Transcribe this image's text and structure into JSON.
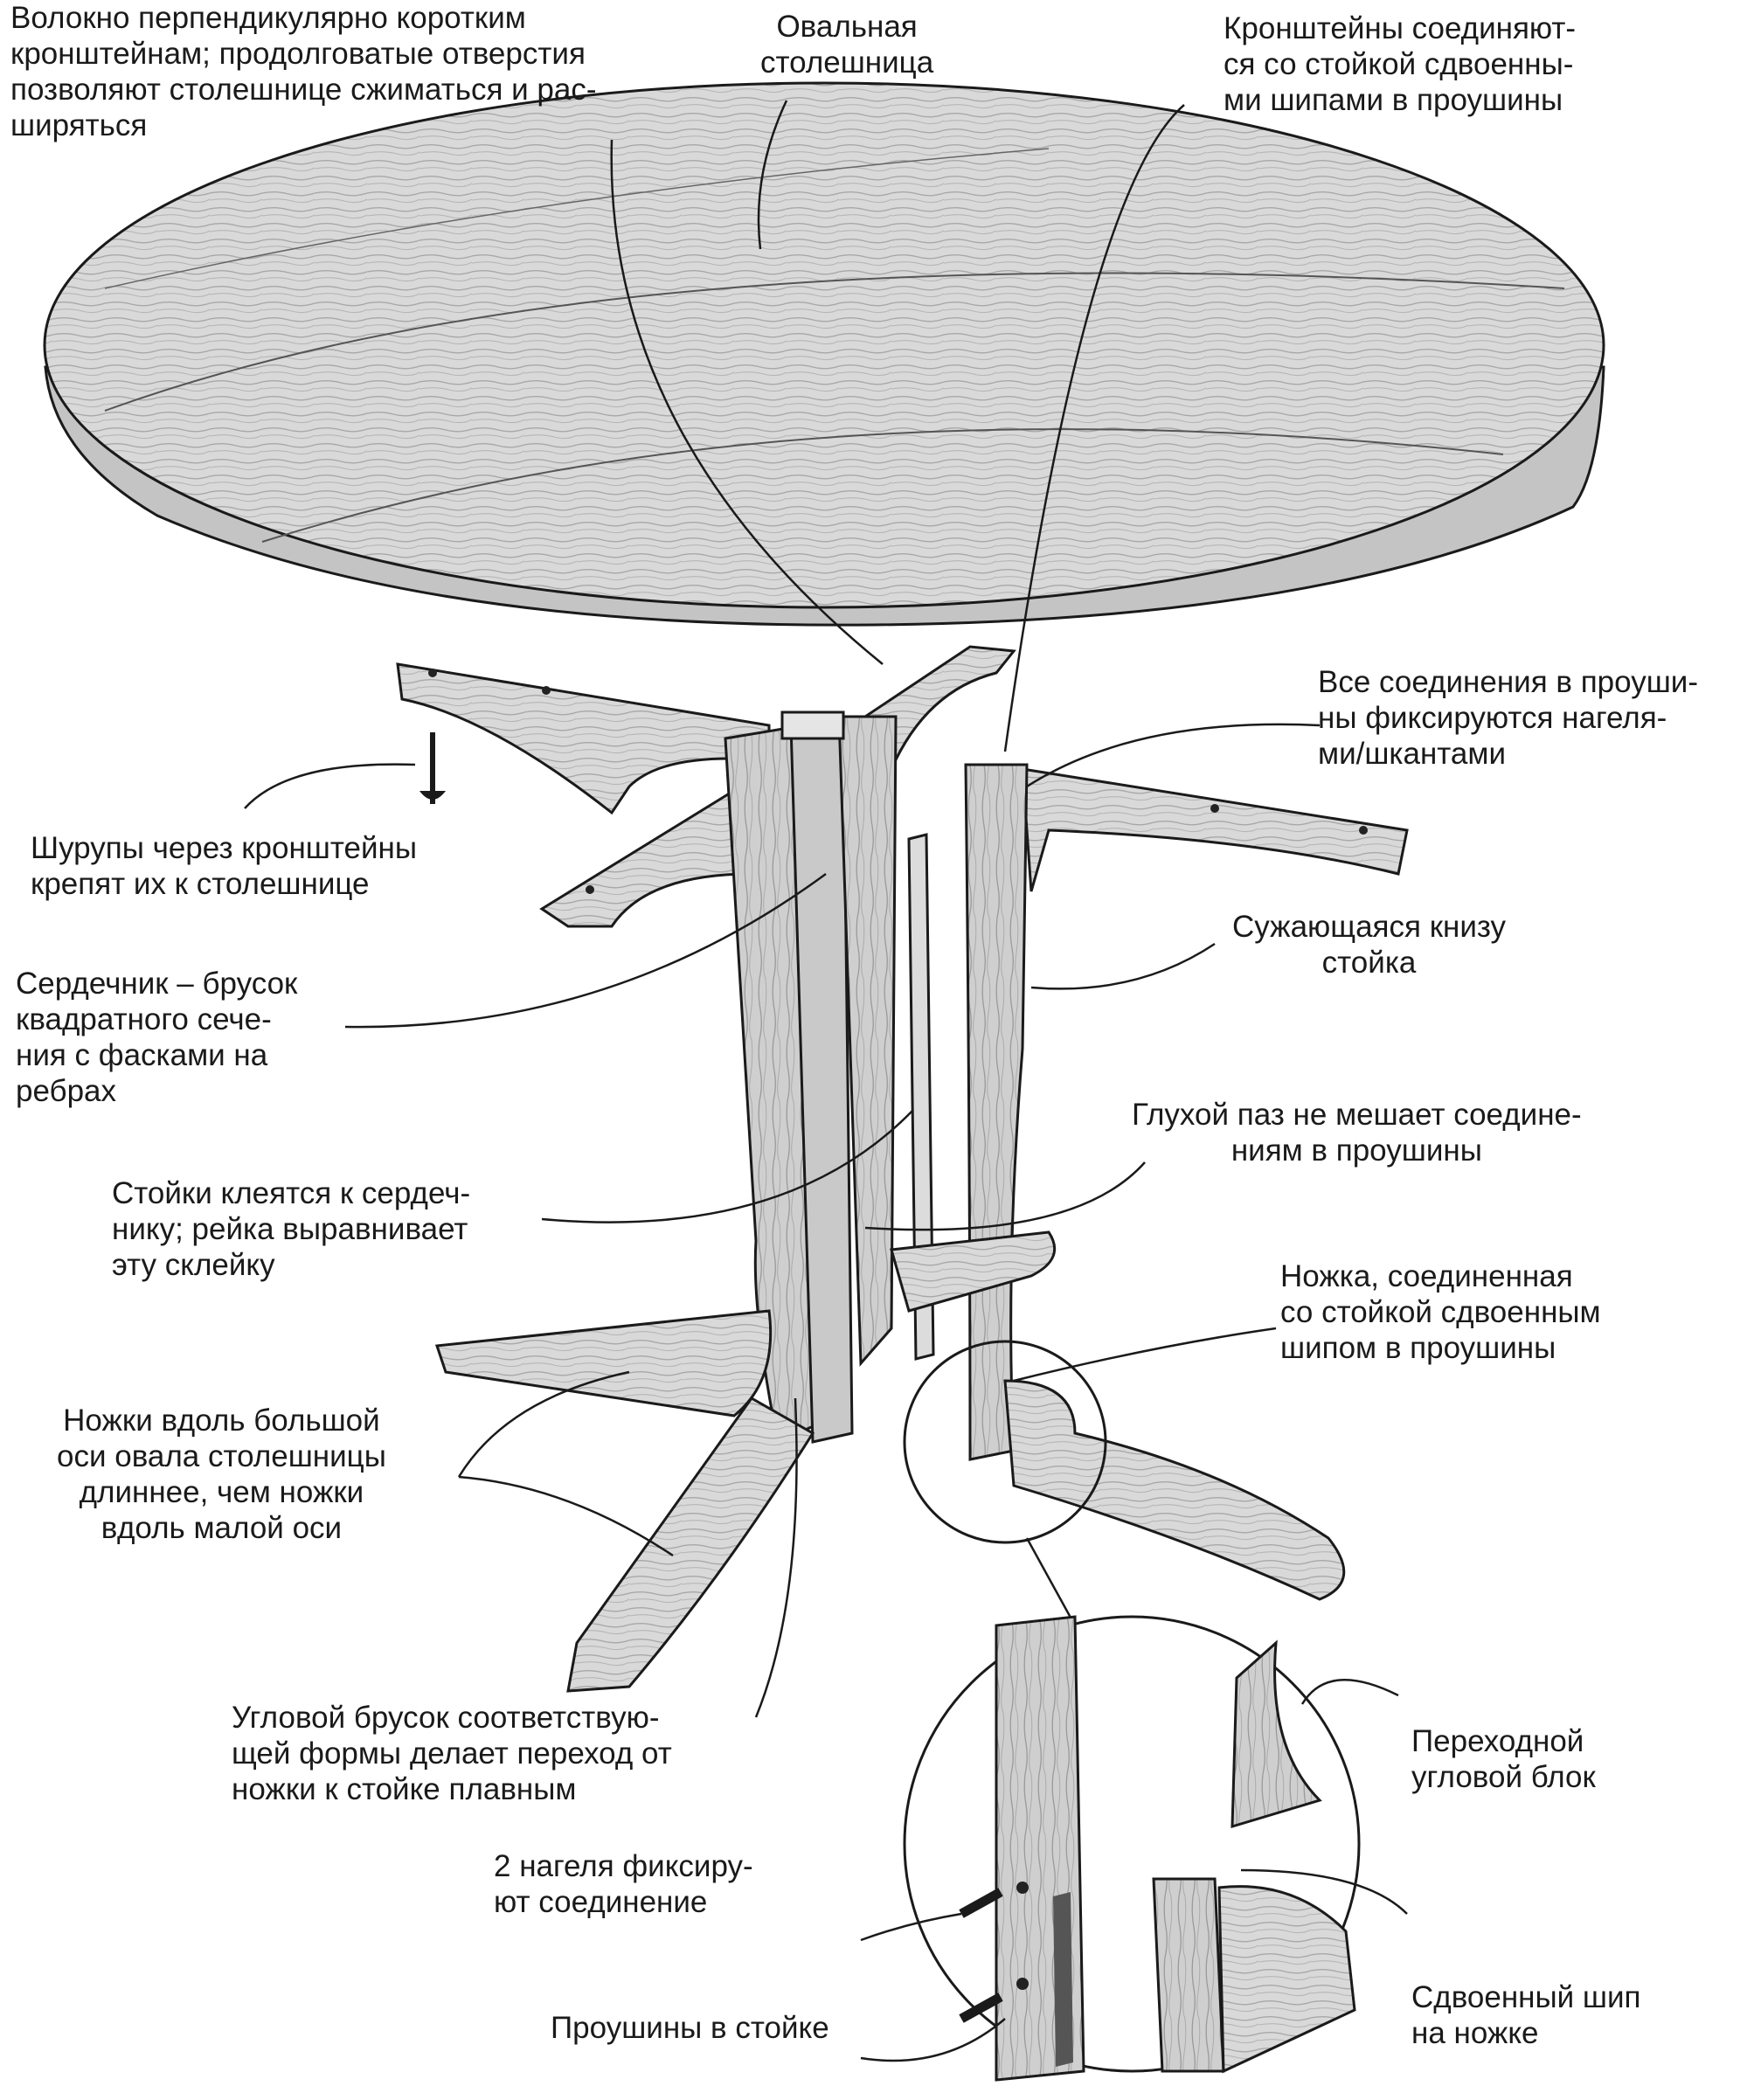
{
  "diagram": {
    "palette": {
      "wood": "#d7d7d7",
      "wood_dark": "#b3b3b3",
      "wood_light": "#ececec",
      "line": "#1a1a1a",
      "background": "#ffffff"
    },
    "labels": {
      "grain": [
        "Волокно перпендикулярно коротким",
        "кронштейнам; продолговатые отверстия",
        "позволяют столешнице сжиматься и рас-",
        "ширяться"
      ],
      "tabletop": [
        "Овальная",
        "столешница"
      ],
      "brackets": [
        "Кронштейны соединяют-",
        "ся со стойкой сдвоенны-",
        "ми шипами в проушины"
      ],
      "joints": [
        "Все соединения в проуши-",
        "ны фиксируются нагеля-",
        "ми/шкантами"
      ],
      "screws": [
        "Шурупы через кронштейны",
        "крепят их к столешнице"
      ],
      "tapered_post": [
        "Сужающаяся книзу",
        "стойка"
      ],
      "core": [
        "Сердечник – брусок",
        "квадратного сече-",
        "ния с фасками на",
        "ребрах"
      ],
      "groove": [
        "Глухой паз не мешает соедине-",
        "ниям в проушины"
      ],
      "glue": [
        "Стойки клеятся к сердеч-",
        "нику; рейка выравнивает",
        "эту склейку"
      ],
      "leg": [
        "Ножка, соединенная",
        "со стойкой сдвоенным",
        "шипом в проушины"
      ],
      "legs_long": [
        "Ножки вдоль большой",
        "оси овала столешницы",
        "длиннее, чем ножки",
        "вдоль малой оси"
      ],
      "corner_block": [
        "Угловой брусок соответствую-",
        "щей формы делает переход от",
        "ножки к стойке плавным"
      ],
      "transition_block": [
        "Переходной",
        "угловой блок"
      ],
      "dowels": [
        "2 нагеля фиксиру-",
        "ют соединение"
      ],
      "mortises": [
        "Проушины в стойке"
      ],
      "double_tenon": [
        "Сдвоенный шип",
        "на ножке"
      ]
    }
  }
}
